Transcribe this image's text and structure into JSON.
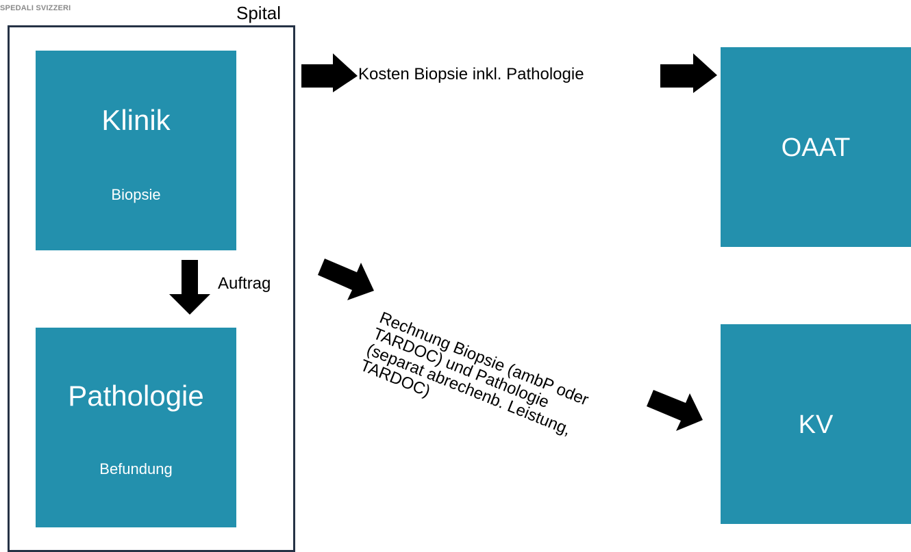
{
  "logo": {
    "text": "SPEDALI SVIZZERI"
  },
  "spital": {
    "label": "Spital"
  },
  "klinik": {
    "title": "Klinik",
    "subtitle": "Biopsie"
  },
  "pathologie": {
    "title": "Pathologie",
    "subtitle": "Befundung"
  },
  "oaat": {
    "title": "OAAT"
  },
  "kv": {
    "title": "KV"
  },
  "edges": {
    "auftrag": "Auftrag",
    "kosten": "Kosten Biopsie inkl. Pathologie",
    "rechnung_lines": [
      "Rechnung Biopsie (ambP oder",
      "TARDOC) und Pathologie",
      "(separat abrechenb. Leistung,",
      "TARDOC)"
    ]
  },
  "colors": {
    "box_fill": "#2390ad",
    "frame_stroke": "#253245",
    "arrow": "#000000"
  }
}
